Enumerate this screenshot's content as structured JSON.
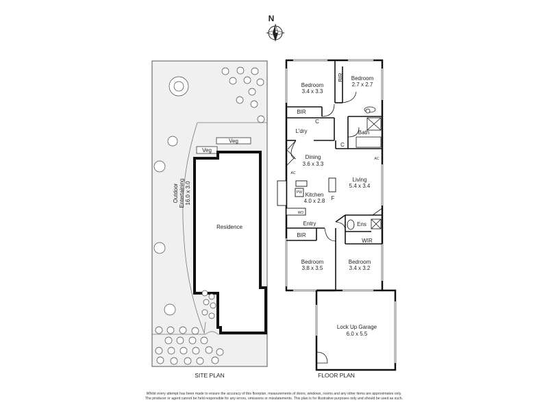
{
  "compass": {
    "label": "N",
    "icon": "north-arrow-icon"
  },
  "site_plan": {
    "caption": "SITE PLAN",
    "residence_label": "Residence",
    "outdoor_label_1": "Outdoor",
    "outdoor_label_2": "Entertaining",
    "outdoor_label_3": "16.0 x 3.0",
    "veg_label_1": "Veg",
    "veg_label_2": "Veg"
  },
  "floor_plan": {
    "caption": "FLOOR PLAN",
    "rooms": {
      "bedroom_nw": {
        "name": "Bedroom",
        "size": "3.4 x 3.3"
      },
      "bedroom_ne": {
        "name": "Bedroom",
        "size": "2.7 x 2.7"
      },
      "dining": {
        "name": "Dining",
        "size": "3.6 x 3.3"
      },
      "living": {
        "name": "Living",
        "size": "5.4 x 3.4"
      },
      "kitchen": {
        "name": "Kitchen",
        "size": "4.0 x 2.8"
      },
      "bedroom_sw": {
        "name": "Bedroom",
        "size": "3.8 x 3.5"
      },
      "bedroom_se": {
        "name": "Bedroom",
        "size": "3.4 x 3.2"
      },
      "garage": {
        "name": "Lock Up Garage",
        "size": "6.0 x 5.5"
      }
    },
    "labels": {
      "bir_top": "BIR",
      "bir_nw": "BIR",
      "bir_sw": "BIR",
      "ldry": "L'dry",
      "bath": "Bath",
      "entry": "Entry",
      "ens": "Ens",
      "wir": "WIR",
      "c1": "C",
      "c2": "C",
      "ac1": "AC",
      "ac2": "AC",
      "pw": "PW",
      "wo": "WO",
      "f": "F"
    }
  },
  "disclaimer": {
    "line1": "Whilst every attempt has been made to ensure the accuracy of this floorplan, measurements of doors, windows, rooms and any other items are approximates only.",
    "line2": "The producer or agent cannot be held responsible for any errors, omissions or misstatements. This plan is for illustrative purposes only and should be used as such."
  }
}
